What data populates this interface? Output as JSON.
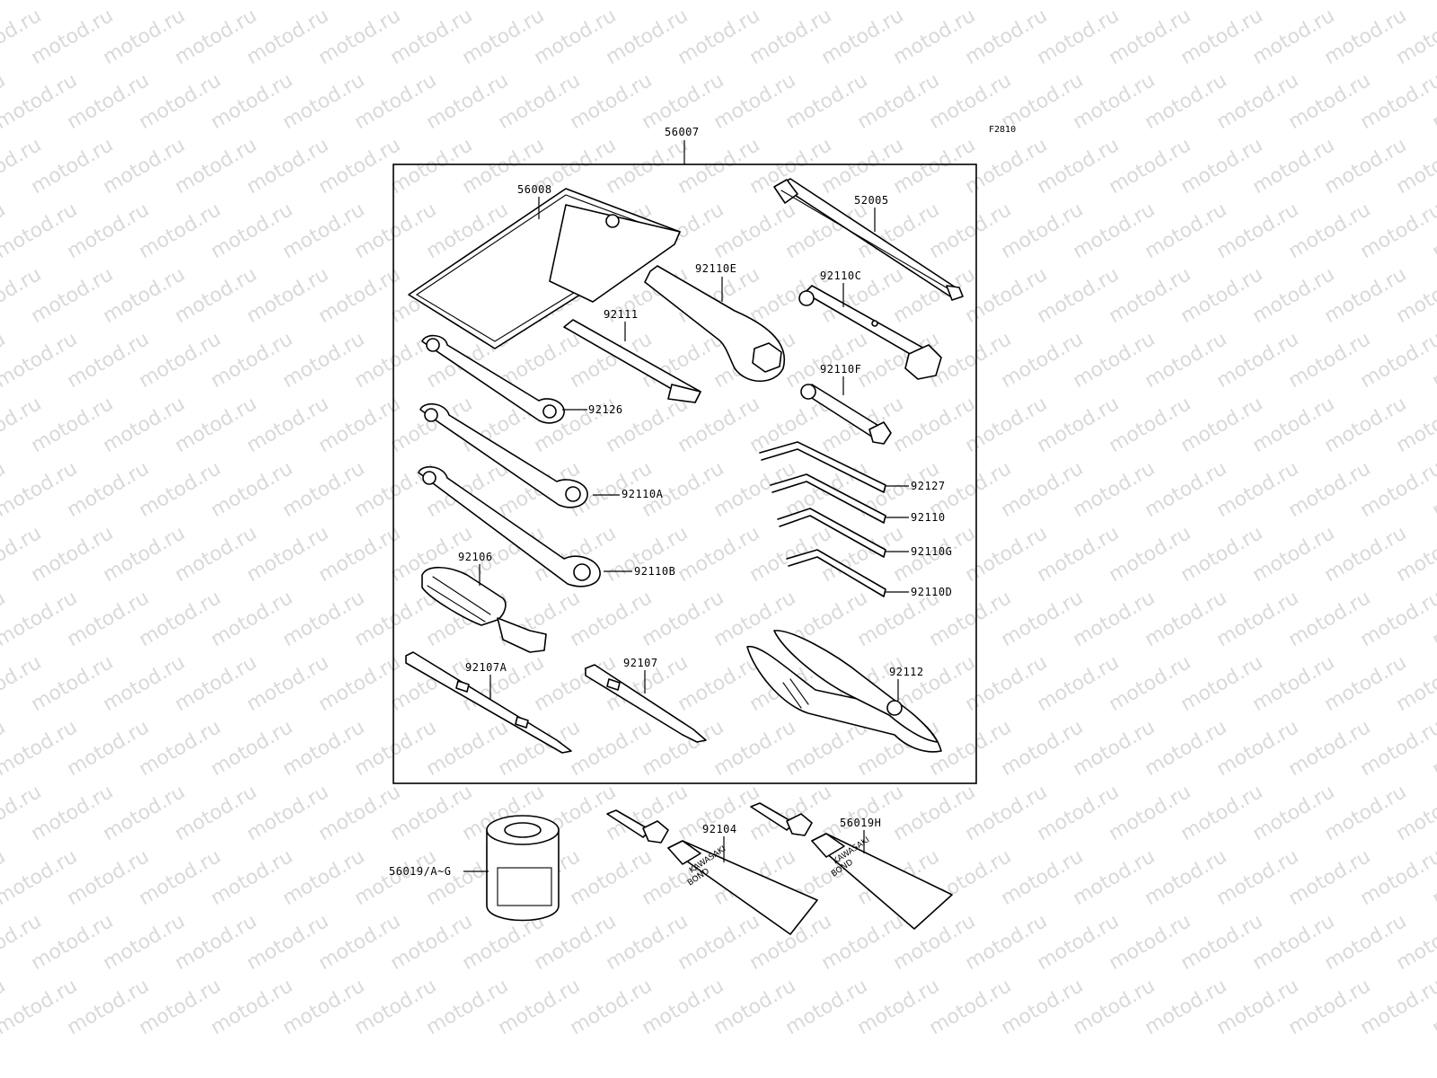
{
  "watermark": "motod.ru",
  "figure_code": "F2810",
  "kit_number": "56007",
  "tube_brand": "KAWASAKI",
  "tube_product": "BOND",
  "parts": [
    {
      "id": "56008"
    },
    {
      "id": "52005"
    },
    {
      "id": "92110E"
    },
    {
      "id": "92110C"
    },
    {
      "id": "92111"
    },
    {
      "id": "92110F"
    },
    {
      "id": "92126"
    },
    {
      "id": "92127"
    },
    {
      "id": "92110A"
    },
    {
      "id": "92110"
    },
    {
      "id": "92110G"
    },
    {
      "id": "92110B"
    },
    {
      "id": "92110D"
    },
    {
      "id": "92106"
    },
    {
      "id": "92107A"
    },
    {
      "id": "92107"
    },
    {
      "id": "92112"
    },
    {
      "id": "56019/A~G"
    },
    {
      "id": "92104"
    },
    {
      "id": "56019H"
    }
  ]
}
